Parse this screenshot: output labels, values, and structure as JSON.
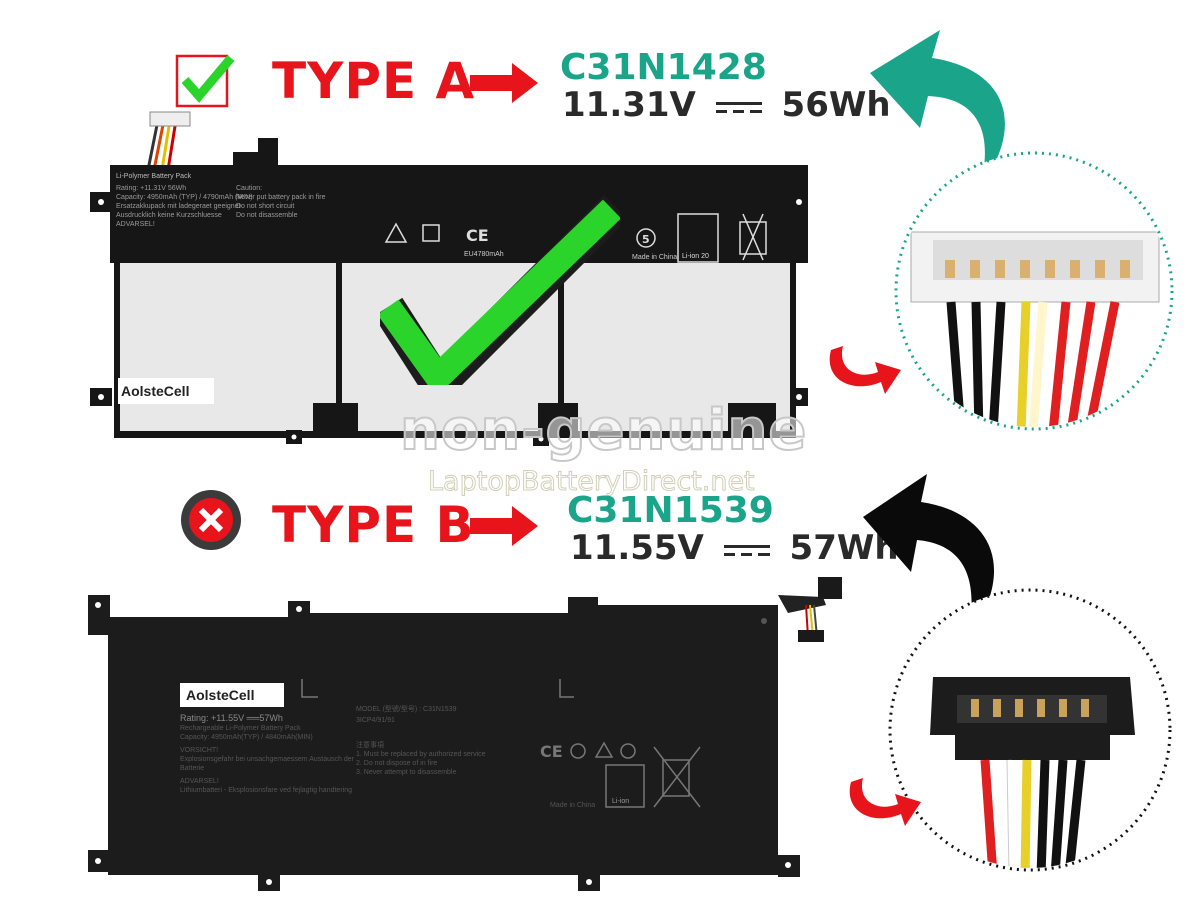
{
  "colors": {
    "accent_red": "#e8141b",
    "accent_teal": "#1aa48a",
    "check_green": "#2bd42b",
    "text_dark": "#2a2a2a"
  },
  "type_a": {
    "label": "TYPE A",
    "status_icon": "green-checkmark-icon",
    "model": "C31N1428",
    "voltage": "11.31V",
    "capacity": "56Wh",
    "battery": {
      "brand": "AolsteCell",
      "label_title": "Li-Polymer Battery Pack",
      "label_lines": [
        "Rating: +11.31V 56Wh",
        "Capacity: 4950mAh (TYP) / 4790mAh (MIN)",
        "Ersatzakkupack mit ladegeraet geeignet",
        "Ausdrucklich keine Kurzschluesse",
        "ADVARSEL!"
      ],
      "mid_lines": [
        "Caution:",
        "Never put battery pack in fire",
        "Do not short circuit",
        "Do not disassemble"
      ],
      "eu_code": "EU4780mAh",
      "made_in": "Made in China",
      "recycle_label": "Li-ion 20",
      "connector_pins": 8
    }
  },
  "type_b": {
    "label": "TYPE B",
    "status_icon": "red-cross-icon",
    "model": "C31N1539",
    "voltage": "11.55V",
    "capacity": "57Wh",
    "battery": {
      "brand": "AolsteCell",
      "rating": "Rating: +11.55V ══57Wh",
      "sub_lines": [
        "Rechargeable Li-Polymer Battery Pack",
        "Capacity: 4950mAh(TYP) / 4840mAh(MIN)",
        "VORSICHT!",
        "Explosionsgefahr bei unsachgemaessem Austausch der Batterie",
        "ADVARSEL!",
        "Lithiumbatteri - Eksplosionsfare ved fejlagtig handtering"
      ],
      "model_line": "MODEL (型號/型号) : C31N1539",
      "cell_code": "3ICP4/91/91",
      "notice_lines": [
        "注意事項",
        "1. Must be replaced by authorized service",
        "2. Do not dispose of in fire",
        "3. Never attempt to disassemble"
      ],
      "made_in": "Made in China",
      "recycle_label": "Li-ion",
      "connector_pins": 6
    }
  },
  "watermark": {
    "line1": "non-genuine",
    "line2": "LaptopBatteryDirect.net"
  }
}
